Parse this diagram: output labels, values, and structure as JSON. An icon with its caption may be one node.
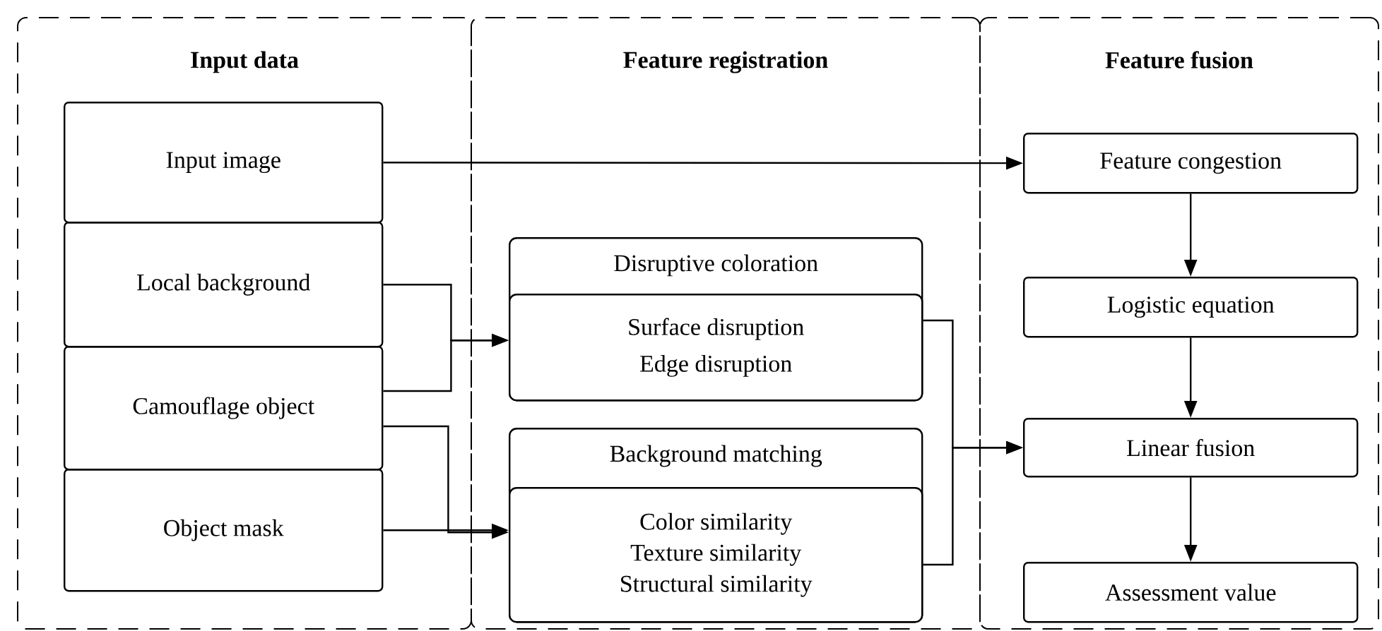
{
  "diagram": {
    "nodes": [
      {
        "text": [
          "Input data"
        ]
      },
      {
        "text": [
          "Feature registration"
        ]
      },
      {
        "text": [
          "Feature fusion"
        ]
      },
      {
        "text": [
          "Input image"
        ],
        "in": 0
      },
      {
        "text": [
          "Local background"
        ],
        "in": 0
      },
      {
        "text": [
          "Camouflage object"
        ],
        "in": 0
      },
      {
        "text": [
          "Object mask"
        ],
        "in": 0
      },
      {
        "text": [
          "Disruptive coloration"
        ],
        "in": 1
      },
      {
        "text": [
          "Surface disruption",
          "Edge disruption"
        ],
        "in": 7
      },
      {
        "text": [
          "Background matching"
        ],
        "in": 1
      },
      {
        "text": [
          "Color similarity",
          "Texture similarity",
          "Structural similarity"
        ],
        "in": 9
      },
      {
        "text": [
          "Feature congestion"
        ],
        "in": 2
      },
      {
        "text": [
          "Logistic equation"
        ],
        "in": 2
      },
      {
        "text": [
          "Linear fusion"
        ],
        "in": 2
      },
      {
        "text": [
          "Assessment value"
        ],
        "in": 2
      }
    ],
    "edges": [
      {
        "from": 3,
        "to": 11,
        "arrow": "to"
      },
      {
        "from": 4,
        "to": 8,
        "arrow": "to"
      },
      {
        "from": 5,
        "to": 8,
        "arrow": "to"
      },
      {
        "from": 5,
        "to": 10,
        "arrow": "to"
      },
      {
        "from": 6,
        "to": 10,
        "arrow": "to"
      },
      {
        "from": 8,
        "to": 13,
        "arrow": "to"
      },
      {
        "from": 10,
        "to": 13,
        "arrow": "to"
      },
      {
        "from": 11,
        "to": 12,
        "arrow": "to"
      },
      {
        "from": 12,
        "to": 13,
        "arrow": "to"
      },
      {
        "from": 13,
        "to": 14,
        "arrow": "to"
      }
    ]
  }
}
